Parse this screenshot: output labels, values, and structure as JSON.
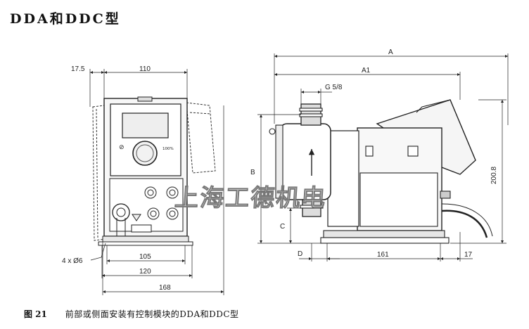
{
  "title": "DDA和DDC型",
  "caption": {
    "figure_label": "图 21",
    "text": "前部或侧面安装有控制模块的DDA和DDC型"
  },
  "watermark": "上海工德机电",
  "dimensions": {
    "front": {
      "offset_left": "17.5",
      "width_top": "110",
      "hole": "4 x Ø6",
      "base_inner": "105",
      "base_mid": "120",
      "base_total": "168"
    },
    "side": {
      "overall": "A",
      "a1": "A1",
      "thread": "G 5/8",
      "height_b": "B",
      "height_c": "C",
      "offset_d": "D",
      "base": "161",
      "right_offset": "17",
      "height_total": "200.8"
    }
  },
  "controls": {
    "button_left": "⊘",
    "button_right": "100%"
  }
}
